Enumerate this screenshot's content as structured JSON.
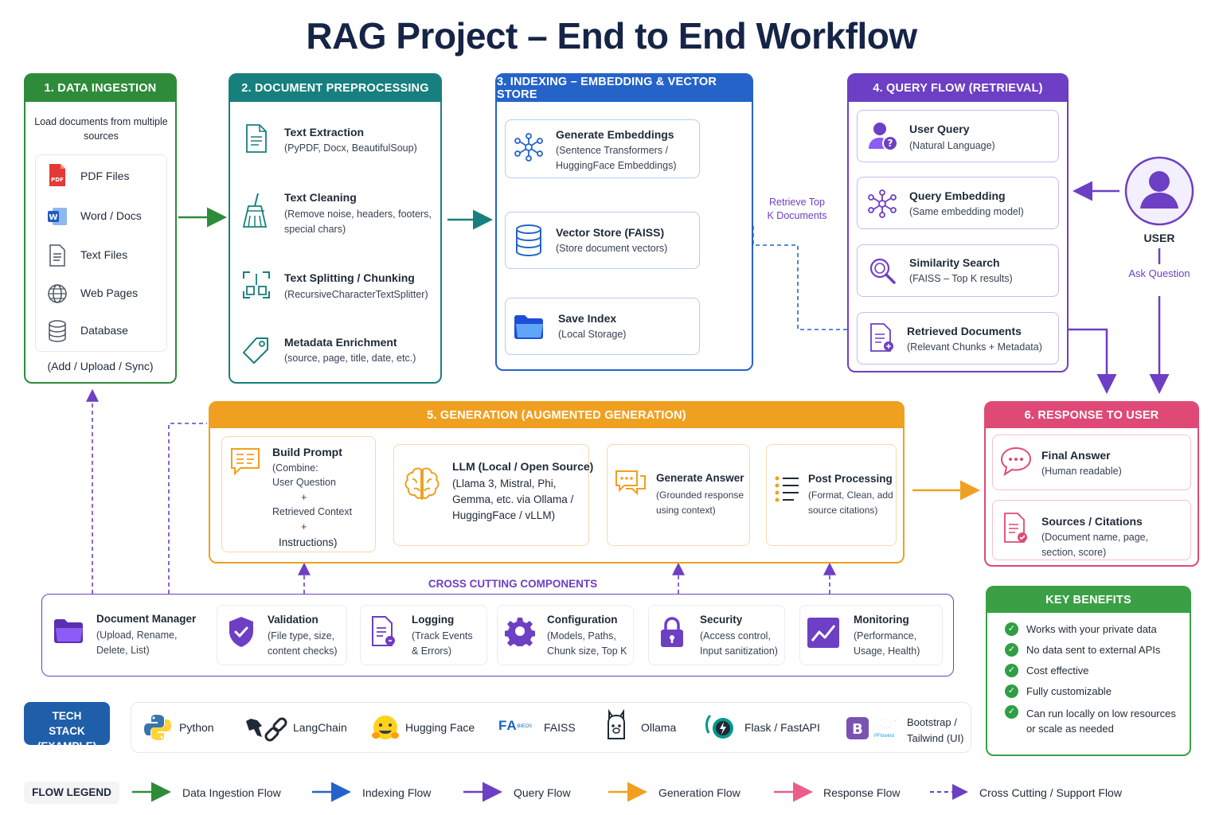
{
  "title": "RAG Project – End to End Workflow",
  "ingestion": {
    "header": "1. DATA INGESTION",
    "intro": "Load documents from multiple sources",
    "sources": [
      "PDF Files",
      "Word / Docs",
      "Text Files",
      "Web Pages",
      "Database"
    ],
    "footer": "(Add / Upload / Sync)"
  },
  "preprocessing": {
    "header": "2. DOCUMENT PREPROCESSING",
    "steps": [
      {
        "title": "Text Extraction",
        "desc": "(PyPDF, Docx, BeautifulSoup)"
      },
      {
        "title": "Text Cleaning",
        "desc": "(Remove noise, headers, footers, special chars)"
      },
      {
        "title": "Text Splitting / Chunking",
        "desc": "(RecursiveCharacterTextSplitter)"
      },
      {
        "title": "Metadata Enrichment",
        "desc": "(source, page, title, date, etc.)"
      }
    ]
  },
  "indexing": {
    "header": "3. INDEXING – EMBEDDING & VECTOR STORE",
    "cards": [
      {
        "title": "Generate Embeddings",
        "desc": "(Sentence Transformers / HuggingFace Embeddings)"
      },
      {
        "title": "Vector Store (FAISS)",
        "desc": "(Store document vectors)"
      },
      {
        "title": "Save Index",
        "desc": "(Local Storage)"
      }
    ]
  },
  "retrieve_label": "Retrieve Top K Documents",
  "query": {
    "header": "4. QUERY FLOW (RETRIEVAL)",
    "cards": [
      {
        "title": "User Query",
        "desc": "(Natural Language)"
      },
      {
        "title": "Query Embedding",
        "desc": "(Same embedding model)"
      },
      {
        "title": "Similarity Search",
        "desc": "(FAISS – Top K results)"
      },
      {
        "title": "Retrieved Documents",
        "desc": "(Relevant Chunks + Metadata)"
      }
    ]
  },
  "user": {
    "label": "USER",
    "action": "Ask Question"
  },
  "generation": {
    "header": "5. GENERATION (AUGMENTED GENERATION)",
    "cards": [
      {
        "title": "Build Prompt",
        "lines": [
          "(Combine:",
          "User Question",
          "+",
          "Retrieved Context",
          "+",
          "Instructions)"
        ]
      },
      {
        "title": "LLM (Local / Open Source)",
        "lines": [
          "(Llama 3, Mistral, Phi,",
          "Gemma, etc. via Ollama /",
          "HuggingFace / vLLM)"
        ]
      },
      {
        "title": "Generate Answer",
        "lines": [
          "(Grounded response",
          "using context)"
        ]
      },
      {
        "title": "Post Processing",
        "lines": [
          "(Format, Clean, add",
          "source citations)"
        ]
      }
    ]
  },
  "response": {
    "header": "6. RESPONSE TO USER",
    "cards": [
      {
        "title": "Final Answer",
        "desc": "(Human readable)"
      },
      {
        "title": "Sources / Citations",
        "desc": "(Document name, page, section, score)"
      }
    ]
  },
  "cross_cutting": {
    "header": "CROSS CUTTING COMPONENTS",
    "items": [
      {
        "title": "Document Manager",
        "desc": "(Upload, Rename, Delete, List)"
      },
      {
        "title": "Validation",
        "desc": "(File type, size, content checks)"
      },
      {
        "title": "Logging",
        "desc": "(Track Events & Errors)"
      },
      {
        "title": "Configuration",
        "desc": "(Models, Paths, Chunk size, Top K"
      },
      {
        "title": "Security",
        "desc": "(Access control, Input sanitization)"
      },
      {
        "title": "Monitoring",
        "desc": "(Performance, Usage, Health)"
      }
    ]
  },
  "key_benefits": {
    "header": "KEY BENEFITS",
    "items": [
      "Works with your private data",
      "No data sent to external APIs",
      "Cost effective",
      "Fully customizable",
      "Can run locally on low resources or scale as needed"
    ]
  },
  "tech_stack": {
    "label": "TECH STACK (EXAMPLE)",
    "items": [
      "Python",
      "LangChain",
      "Hugging Face",
      "FAISS",
      "Ollama",
      "Flask / FastAPI",
      "Bootstrap / Tailwind (UI)"
    ],
    "faiss_logo_text": "FΑ",
    "faiss_logo_small": "BIEOS",
    "tailwind_small": "PFlowind"
  },
  "legend": {
    "label": "FLOW LEGEND",
    "items": [
      {
        "name": "Data Ingestion Flow",
        "color": "#2e8b3a",
        "dashed": false
      },
      {
        "name": "Indexing Flow",
        "color": "#2563c9",
        "dashed": false
      },
      {
        "name": "Query Flow",
        "color": "#6d3fc4",
        "dashed": false
      },
      {
        "name": "Generation Flow",
        "color": "#f0a020",
        "dashed": false
      },
      {
        "name": "Response Flow",
        "color": "#e8608a",
        "dashed": false
      },
      {
        "name": "Cross Cutting / Support Flow",
        "color": "#6d3fc4",
        "dashed": true
      }
    ]
  },
  "colors": {
    "ingestion": "#2e8b3a",
    "preprocessing": "#17807e",
    "indexing": "#2563c9",
    "query": "#6d3fc4",
    "generation": "#f0a020",
    "response": "#de4a75",
    "benefits": "#3aa045"
  }
}
